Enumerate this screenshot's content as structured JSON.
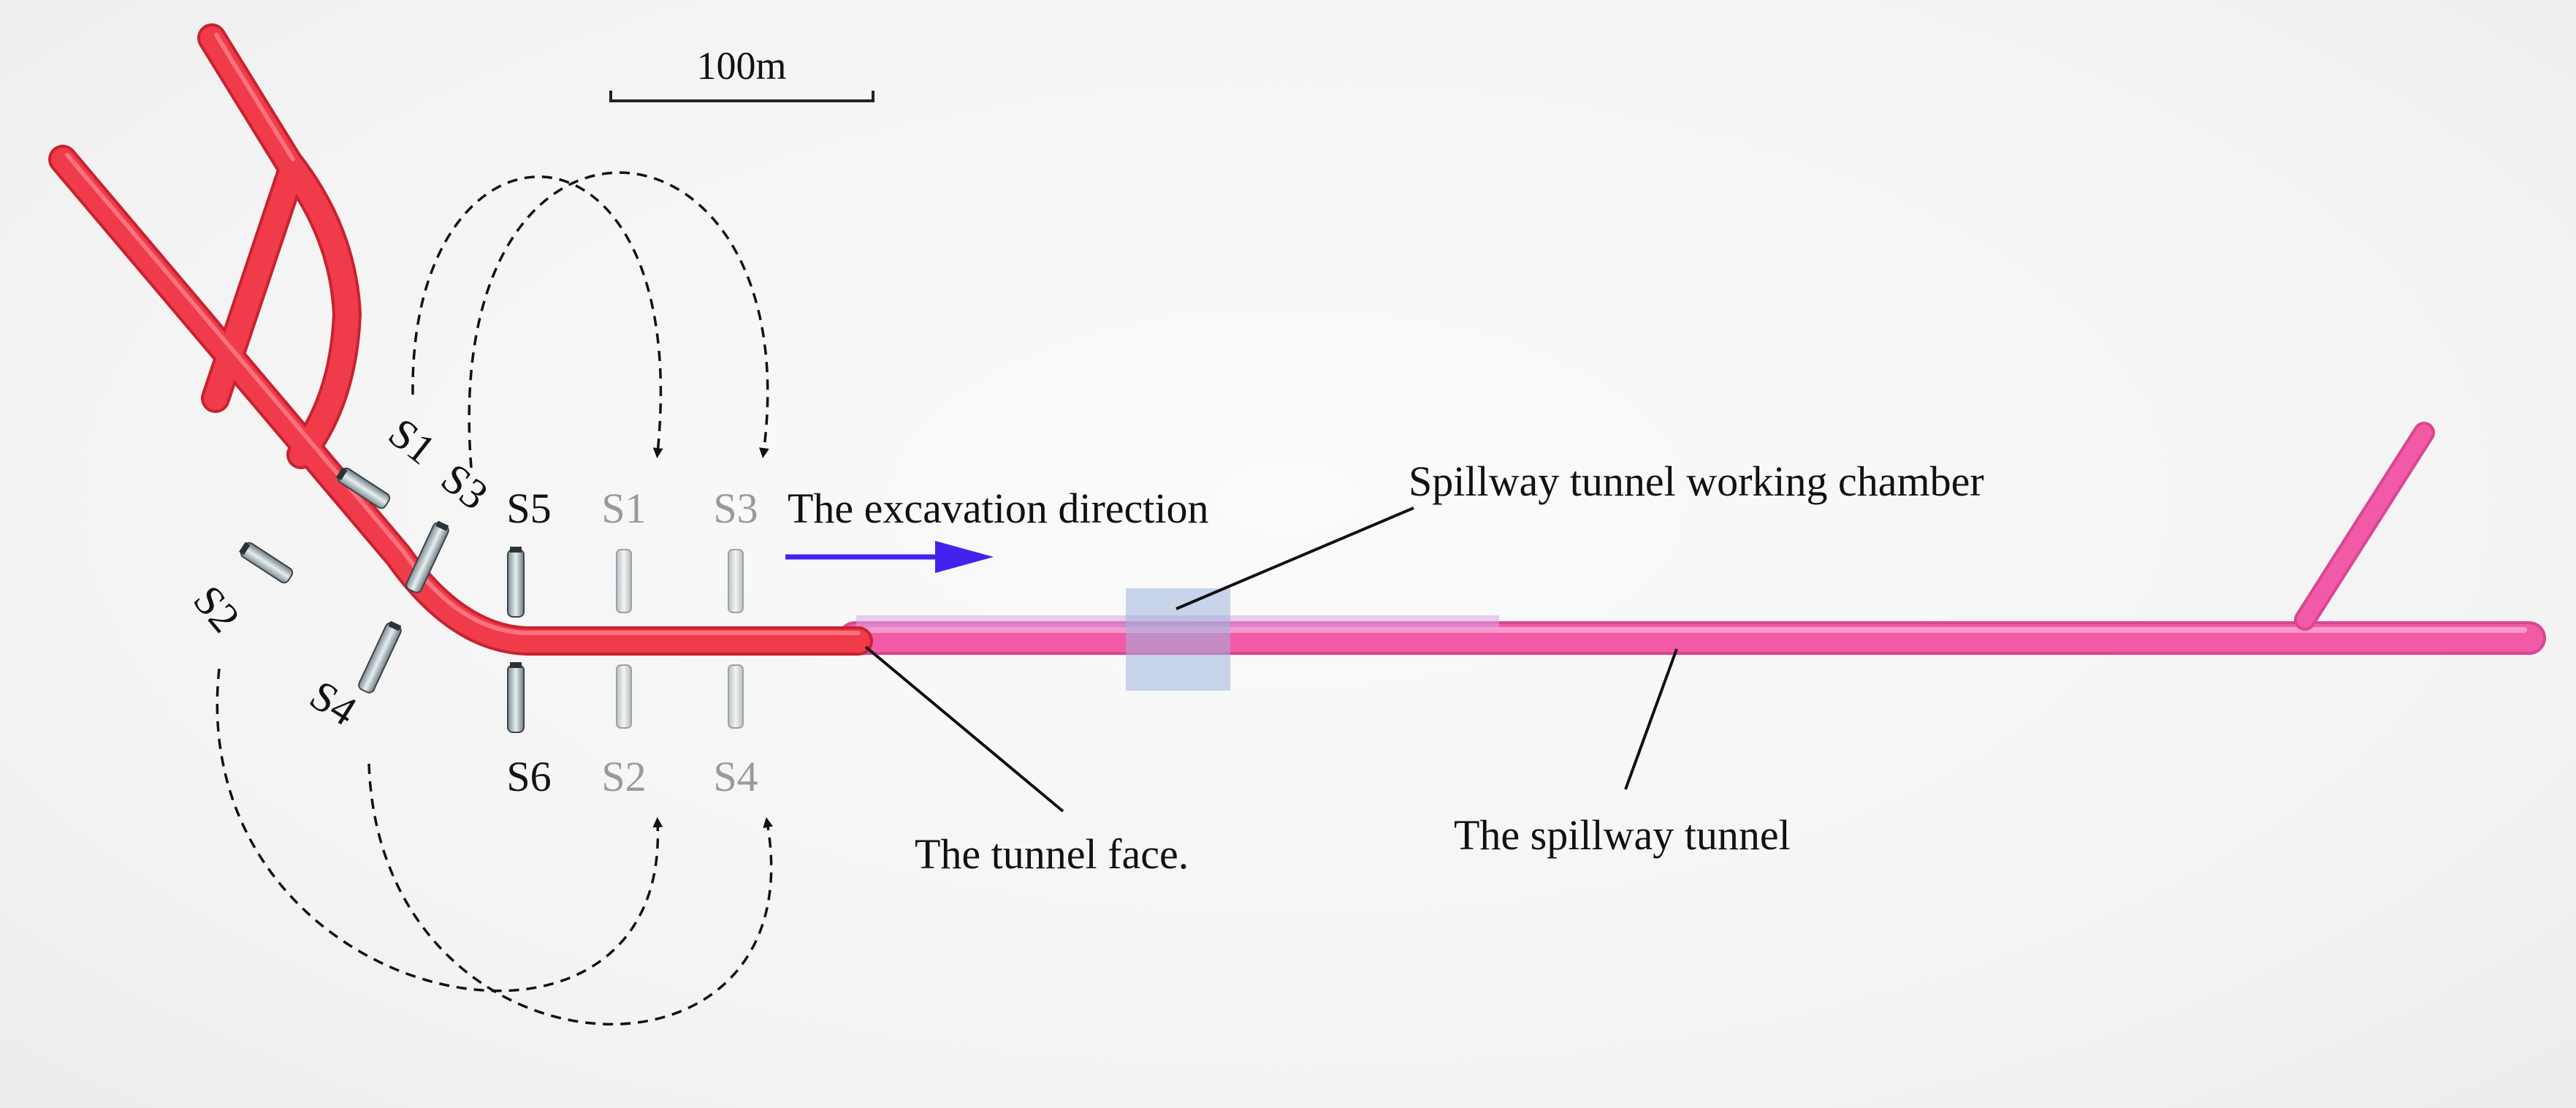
{
  "scale_bar": {
    "label": "100m"
  },
  "annotations": {
    "excavation_direction": "The excavation direction",
    "working_chamber": "Spillway tunnel working chamber",
    "tunnel_face": "The tunnel face.",
    "spillway_tunnel": "The spillway tunnel"
  },
  "stations": {
    "original": {
      "s1": "S1",
      "s2": "S2",
      "s3": "S3",
      "s4": "S4"
    },
    "column": {
      "s5": "S5",
      "s1": "S1",
      "s3": "S3",
      "s6": "S6",
      "s2": "S2",
      "s4": "S4"
    }
  },
  "colors": {
    "excavated_tunnel": "#ef3b4a",
    "spillway_tunnel": "#f25aa8",
    "arrow": "#4422ee",
    "chamber": "#9fb4dc"
  }
}
